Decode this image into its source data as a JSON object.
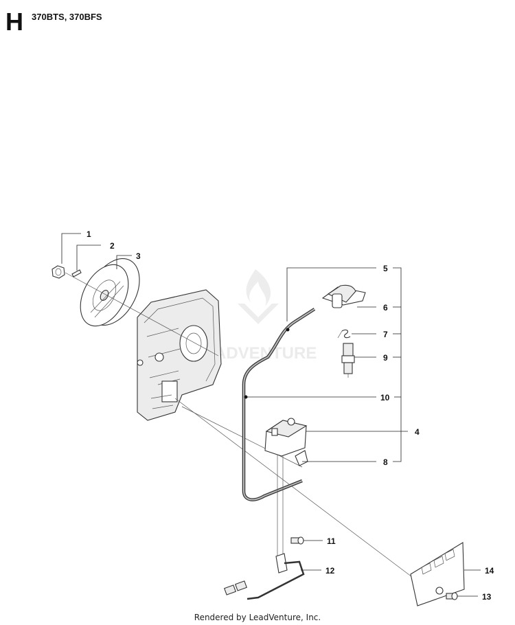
{
  "header": {
    "section_letter": "H",
    "models": "370BTS, 370BFS"
  },
  "watermark": {
    "text": "ADVENTURE"
  },
  "callouts": [
    {
      "id": "1",
      "label": "1"
    },
    {
      "id": "2",
      "label": "2"
    },
    {
      "id": "3",
      "label": "3"
    },
    {
      "id": "5",
      "label": "5"
    },
    {
      "id": "6",
      "label": "6"
    },
    {
      "id": "7",
      "label": "7"
    },
    {
      "id": "9",
      "label": "9"
    },
    {
      "id": "10",
      "label": "10"
    },
    {
      "id": "4",
      "label": "4"
    },
    {
      "id": "8",
      "label": "8"
    },
    {
      "id": "11",
      "label": "11"
    },
    {
      "id": "12",
      "label": "12"
    },
    {
      "id": "14",
      "label": "14"
    },
    {
      "id": "13",
      "label": "13"
    }
  ],
  "footer": {
    "text": "Rendered by LeadVenture, Inc."
  }
}
